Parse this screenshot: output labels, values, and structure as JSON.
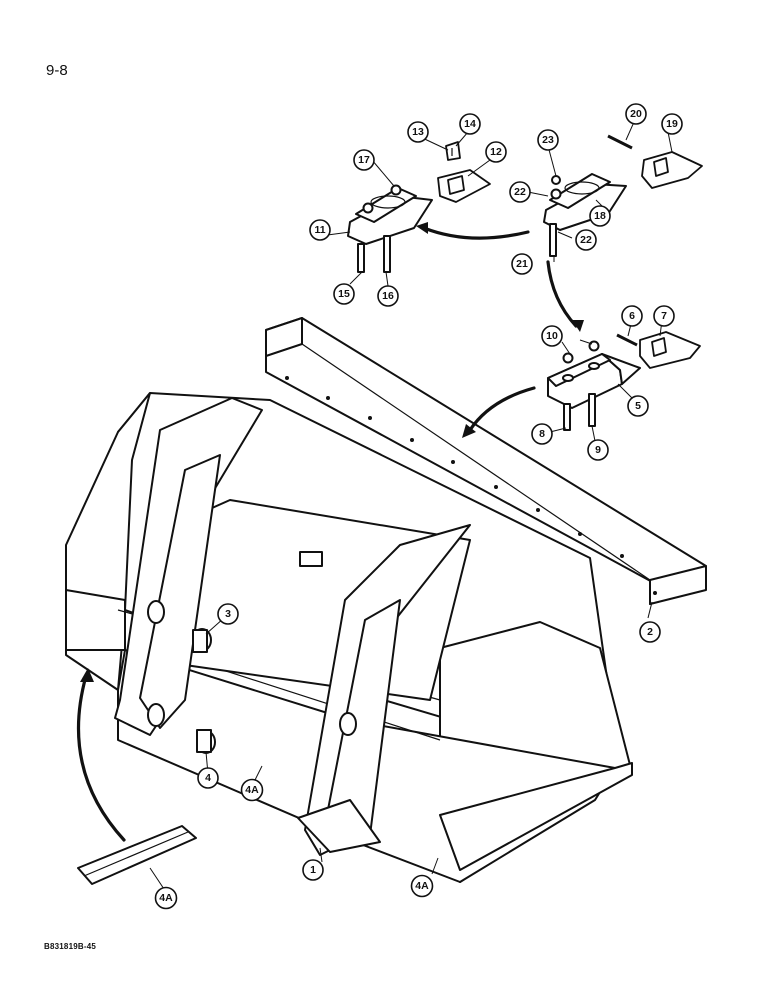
{
  "header": {
    "page_number": "9-8"
  },
  "footer": {
    "figure_code": "B831819B-45"
  },
  "callouts": [
    {
      "id": "c1",
      "label": "1"
    },
    {
      "id": "c2",
      "label": "2"
    },
    {
      "id": "c3",
      "label": "3"
    },
    {
      "id": "c4",
      "label": "4"
    },
    {
      "id": "c4a1",
      "label": "4A"
    },
    {
      "id": "c4a2",
      "label": "4A"
    },
    {
      "id": "c4a3",
      "label": "4A"
    },
    {
      "id": "c5",
      "label": "5"
    },
    {
      "id": "c6",
      "label": "6"
    },
    {
      "id": "c7",
      "label": "7"
    },
    {
      "id": "c8",
      "label": "8"
    },
    {
      "id": "c9",
      "label": "9"
    },
    {
      "id": "c10",
      "label": "10"
    },
    {
      "id": "c11",
      "label": "11"
    },
    {
      "id": "c12",
      "label": "12"
    },
    {
      "id": "c13",
      "label": "13"
    },
    {
      "id": "c14",
      "label": "14"
    },
    {
      "id": "c15",
      "label": "15"
    },
    {
      "id": "c16",
      "label": "16"
    },
    {
      "id": "c17",
      "label": "17"
    },
    {
      "id": "c18",
      "label": "18"
    },
    {
      "id": "c19",
      "label": "19"
    },
    {
      "id": "c20",
      "label": "20"
    },
    {
      "id": "c21",
      "label": "21"
    },
    {
      "id": "c22a",
      "label": "22"
    },
    {
      "id": "c22b",
      "label": "22"
    },
    {
      "id": "c23",
      "label": "23"
    }
  ]
}
